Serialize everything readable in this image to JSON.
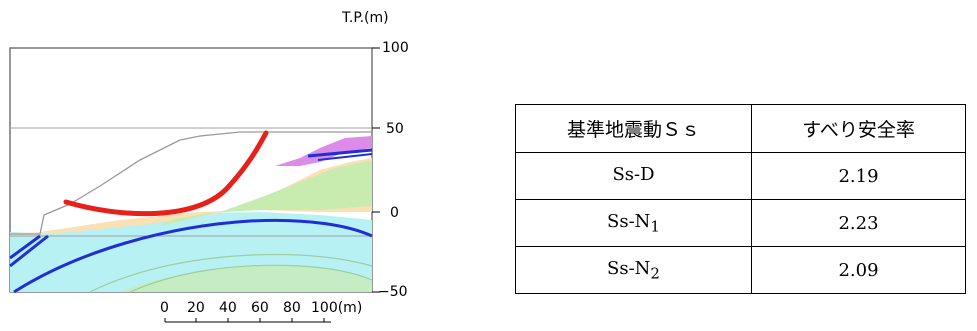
{
  "elevation_axis": {
    "unit_label": "T.P.(m)",
    "ticks": [
      "100",
      "50",
      "0",
      "−50"
    ]
  },
  "scale_bar": {
    "labels": [
      "0",
      "20",
      "40",
      "60",
      "80",
      "100(m)"
    ]
  },
  "table": {
    "headers": [
      "基準地震動Ｓｓ",
      "すべり安全率"
    ],
    "rows": [
      {
        "motion": "Ss-D",
        "sub": "",
        "factor": "2.19"
      },
      {
        "motion": "Ss-N",
        "sub": "1",
        "factor": "2.23"
      },
      {
        "motion": "Ss-N",
        "sub": "2",
        "factor": "2.09"
      }
    ]
  },
  "colors": {
    "slip_surface": "#e8201a",
    "fault_lines": "#1f2fd6",
    "water_layer": "#b7f1f3",
    "sand_layer": "#fbe0b4",
    "green_layer": "#c8ecb0",
    "purple_layer": "#dd8be8"
  }
}
